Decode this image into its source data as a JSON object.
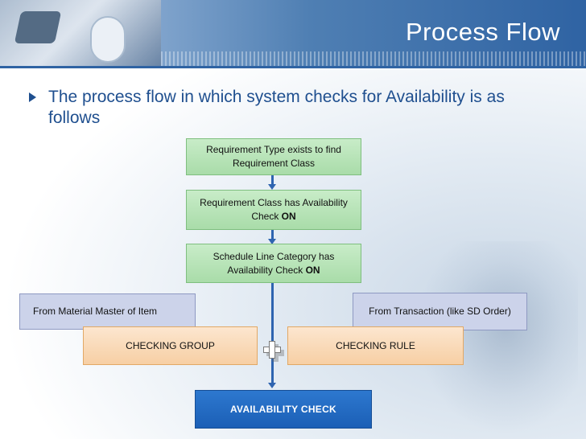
{
  "title": "Process Flow",
  "bullet": "The process flow in which system checks for Availability is as follows",
  "diagram": {
    "step1": "Requirement Type exists to find Requirement Class",
    "step2_prefix": "Requirement Class has Availability Check ",
    "step2_bold": "ON",
    "step3_prefix": "Schedule Line Category has Availability Check ",
    "step3_bold": "ON",
    "material_master": "From Material Master of Item",
    "transaction": "From Transaction (like SD Order)",
    "checking_group": "CHECKING GROUP",
    "checking_rule": "CHECKING RULE",
    "availability_check": "AVAILABILITY CHECK",
    "combine_icon": "plus-icon"
  },
  "colors": {
    "header": "#2f63a3",
    "title_text": "#ffffff",
    "bullet_text": "#1f4f8f",
    "step_box": "#b8e3b8",
    "source_box": "#ccd3ea",
    "check_box": "#f9dcbb",
    "result_box": "#2469c2",
    "connector": "#2e64b0"
  }
}
